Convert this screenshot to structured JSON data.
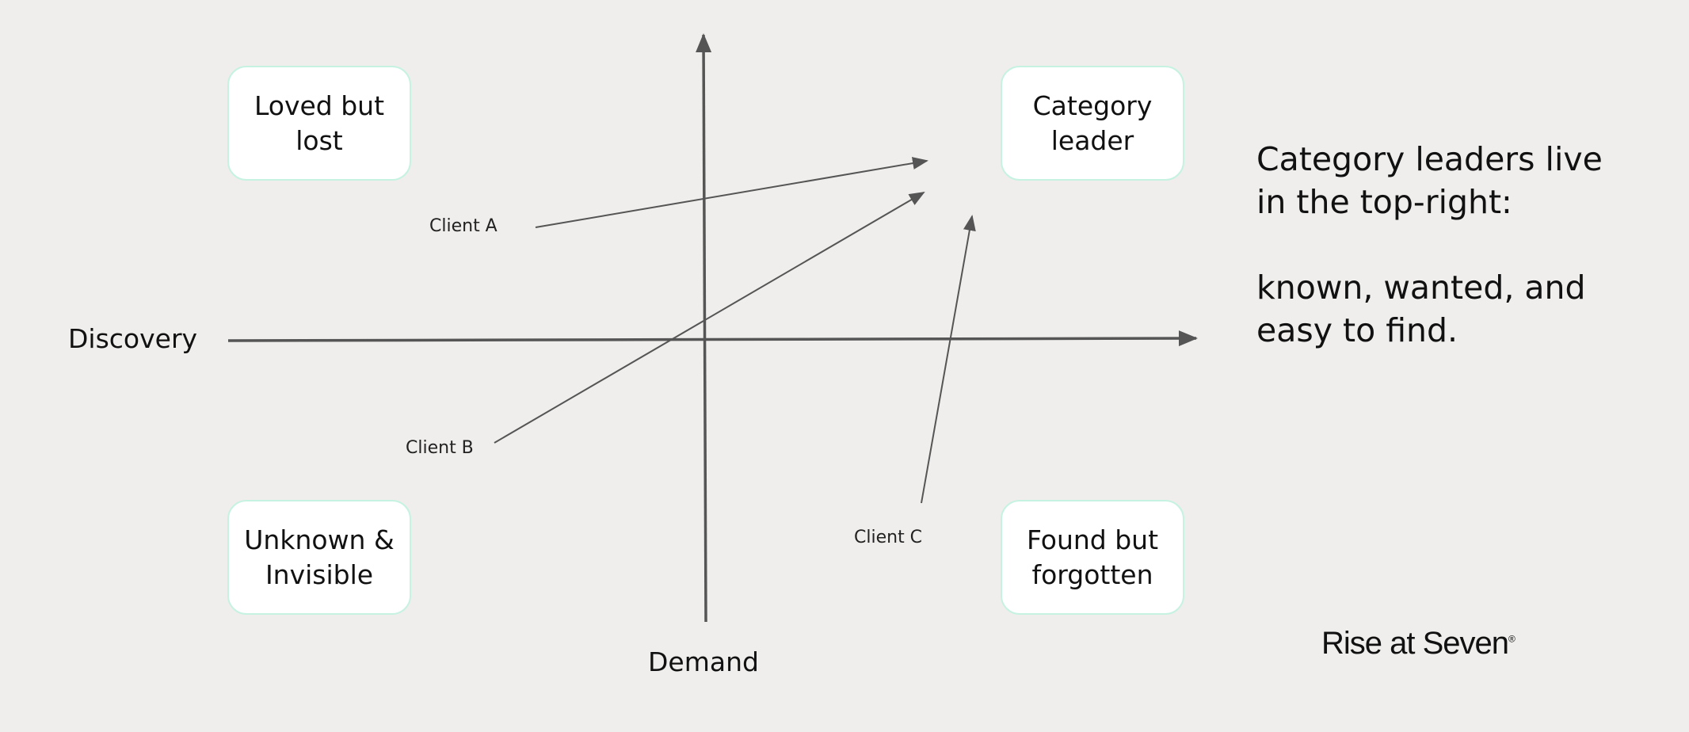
{
  "quadrants": {
    "top_left": "Loved but lost",
    "top_right": "Category leader",
    "bottom_left": "Unknown & Invisible",
    "bottom_right": "Found but forgotten"
  },
  "axes": {
    "horizontal": "Discovery",
    "vertical": "Demand"
  },
  "clients": [
    "Client A",
    "Client B",
    "Client C"
  ],
  "side_text": {
    "line1": "Category leaders live in the top-right:",
    "line2": "known, wanted, and easy to find."
  },
  "logo": {
    "text": "Rise at Seven",
    "mark": "®"
  },
  "colors": {
    "background": "#efeeec",
    "box_border": "#c6f2e2",
    "line": "#555555"
  }
}
